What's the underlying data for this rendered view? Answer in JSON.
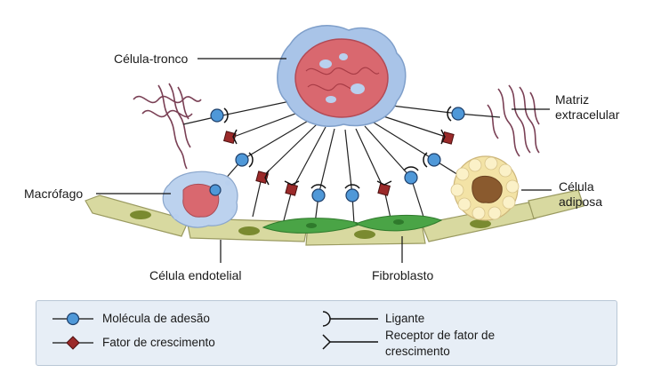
{
  "labels": {
    "stem_cell": "Célula-tronco",
    "matrix_line1": "Matriz",
    "matrix_line2": "extracelular",
    "macrophage": "Macrófago",
    "adipose_line1": "Célula",
    "adipose_line2": "adiposa",
    "endothelial": "Célula endotelial",
    "fibroblast": "Fibroblasto"
  },
  "legend": {
    "adhesion": "Molécula de adesão",
    "growth_factor": "Fator de crescimento",
    "ligand": "Ligante",
    "receptor_line1": "Receptor de fator de",
    "receptor_line2": "crescimento"
  },
  "colors": {
    "stem_cell_membrane": "#a9c4e8",
    "stem_cell_nucleus": "#d9686f",
    "adhesion_molecule": "#4f98d8",
    "growth_factor": "#9b2a2a",
    "endothelial_cell": "#d8d9a0",
    "fibroblast": "#4aa446",
    "adipose_cell": "#f3e3a6",
    "matrix_fiber": "#7a4055",
    "legend_bg": "#e7eef6"
  }
}
